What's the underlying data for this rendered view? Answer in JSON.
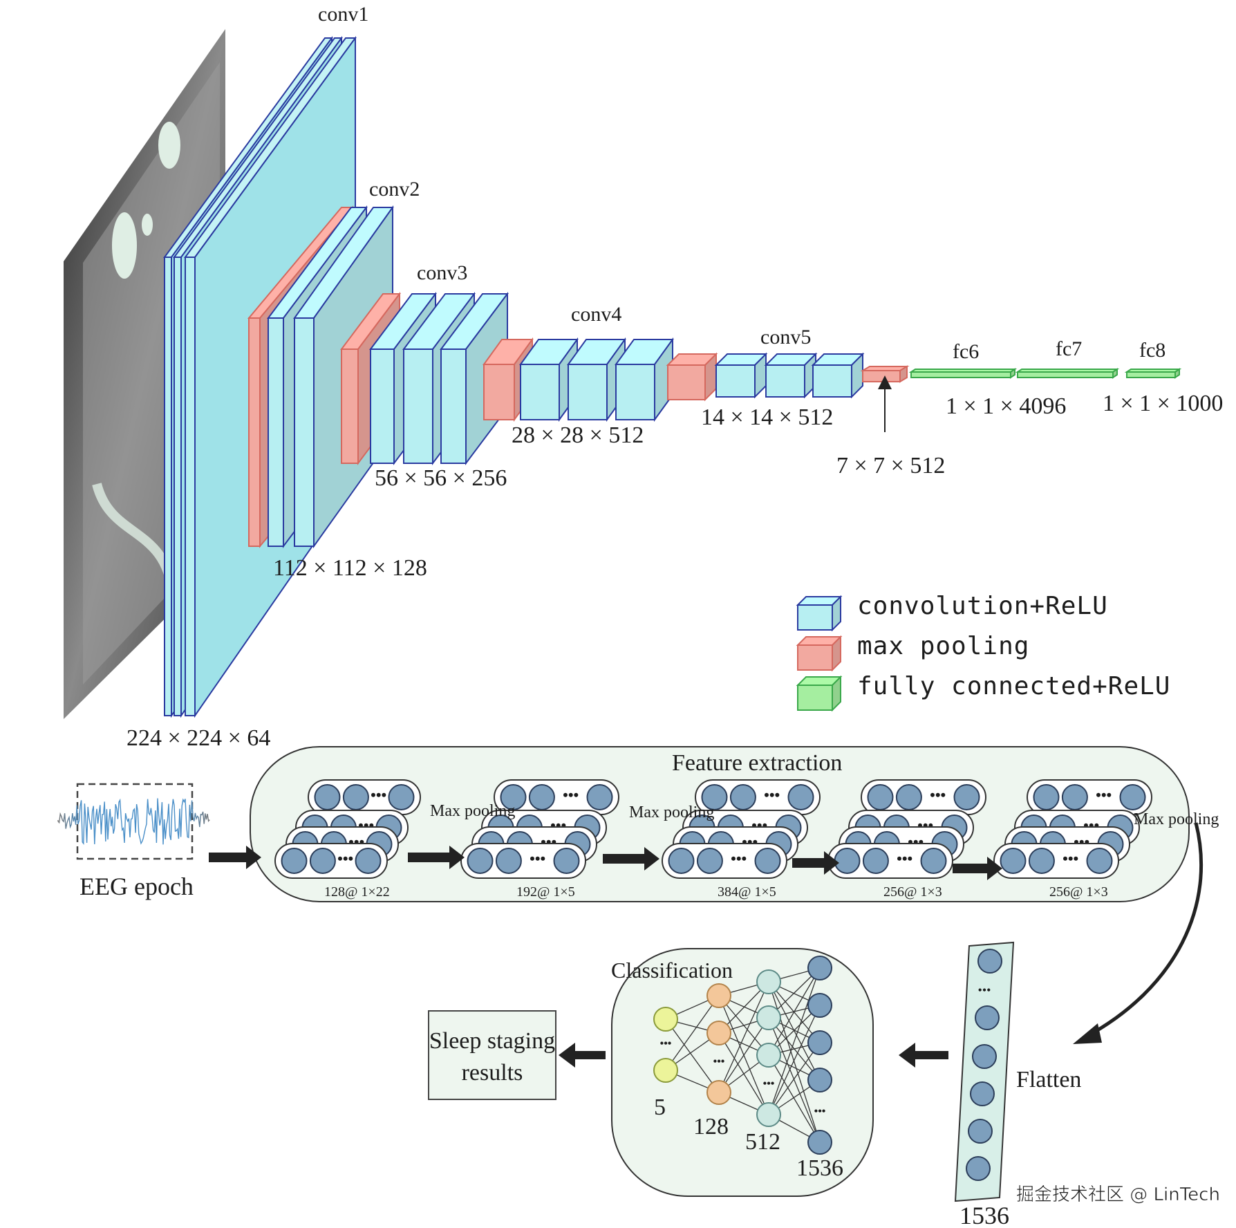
{
  "vgg": {
    "layer_labels": [
      "conv1",
      "conv2",
      "conv3",
      "conv4",
      "conv5",
      "fc6",
      "fc7",
      "fc8"
    ],
    "dims": {
      "conv1": "224 × 224 × 64",
      "conv2": "112 × 112 × 128",
      "conv3": "56 × 56 × 256",
      "conv4": "28 × 28 × 512",
      "conv5": "14 × 14 × 512",
      "pool5": "7 × 7 × 512",
      "fc67": "1 × 1 × 4096",
      "fc8": "1 × 1 × 1000"
    },
    "legend": [
      {
        "label": "convolution+ReLU",
        "color": "#b7eff2"
      },
      {
        "label": "max pooling",
        "color": "#f2a9a0"
      },
      {
        "label": "fully connected+ReLU",
        "color": "#a5eea0"
      }
    ]
  },
  "eeg": {
    "input_label": "EEG epoch",
    "feature_title": "Feature extraction",
    "max_pooling": "Max pooling",
    "block_labels": [
      "128@ 1×22",
      "192@ 1×5",
      "384@ 1×5",
      "256@ 1×3",
      "256@ 1×3"
    ],
    "flatten_label": "Flatten",
    "flatten_count": "1536",
    "classification_title": "Classification",
    "layer_counts": [
      "5",
      "128",
      "512",
      "1536"
    ],
    "result_line1": "Sleep staging",
    "result_line2": "results"
  },
  "watermark": "掘金技术社区 @ LinTech"
}
